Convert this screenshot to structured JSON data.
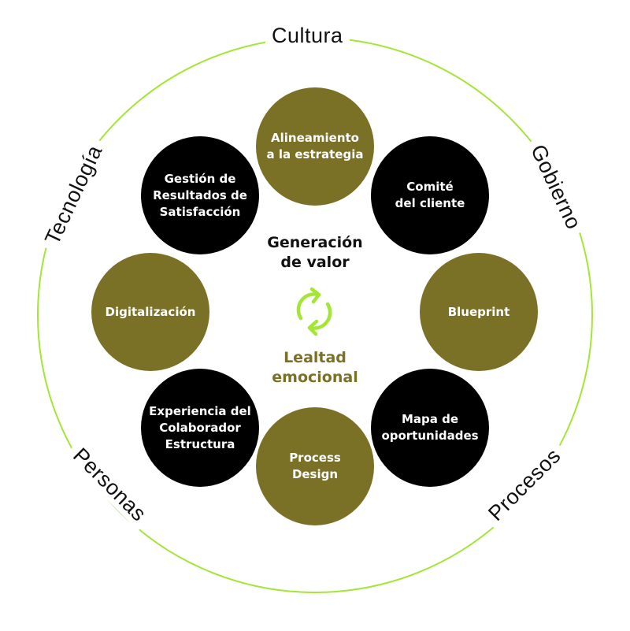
{
  "outer_labels": {
    "top": "Cultura",
    "right_upper": "Gobierno",
    "right_lower": "Procesos",
    "left_lower": "Personas",
    "left_upper": "Tecnología"
  },
  "nodes": [
    {
      "label": "Alineamiento\na la estrategia"
    },
    {
      "label": "Comité\ndel cliente"
    },
    {
      "label": "Blueprint"
    },
    {
      "label": "Mapa de\noportunidades"
    },
    {
      "label": "Process\nDesign"
    },
    {
      "label": "Experiencia del\nColaborador\nEstructura"
    },
    {
      "label": "Digitalización"
    },
    {
      "label": "Gestión de\nResultados de\nSatisfacción"
    }
  ],
  "center": {
    "title": "Generación\nde valor",
    "subtitle": "Lealtad\nemocional",
    "icon": "refresh-cycle-icon"
  },
  "colors": {
    "olive": "#7a7127",
    "black": "#000000",
    "ring": "#a3e635",
    "icon": "#a3e635"
  }
}
